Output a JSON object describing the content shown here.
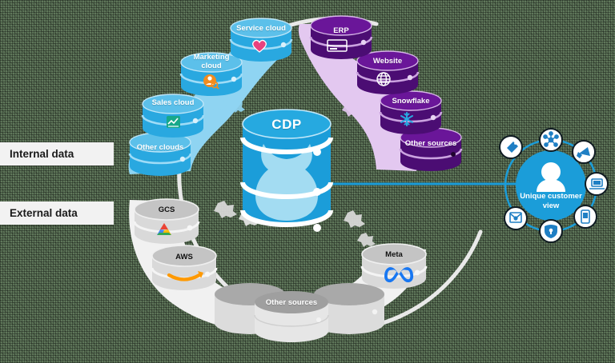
{
  "diagram": {
    "title": "CDP unique customer view diagram",
    "background_color": "#60785b",
    "ring_color": "#e8e8e8"
  },
  "labels": {
    "internal": "Internal data",
    "external": "External data"
  },
  "center": {
    "name": "CDP",
    "color": "#1b9dd9",
    "accent_color": "#a3dcf2"
  },
  "internal_blue": {
    "band_color": "#8fd4f2",
    "cylinder_color": "#29a8e0",
    "cylinder_top_color": "#5cc0ea",
    "sources": [
      {
        "label": "Service cloud",
        "icon": "heart-icon",
        "icon_color": "#e8427f"
      },
      {
        "label": "Marketing cloud",
        "icon": "person-search-icon",
        "icon_color": "#f28c1e"
      },
      {
        "label": "Sales cloud",
        "icon": "chart-icon",
        "icon_color": "#17a88a"
      },
      {
        "label": "Other clouds",
        "icon": "none",
        "icon_color": ""
      }
    ]
  },
  "internal_purple": {
    "band_color": "#e3c8f0",
    "cylinder_color": "#4b0d73",
    "cylinder_top_color": "#6a1699",
    "sources": [
      {
        "label": "ERP",
        "icon": "server-icon",
        "icon_color": "#ffffff"
      },
      {
        "label": "Website",
        "icon": "globe-icon",
        "icon_color": "#ffffff"
      },
      {
        "label": "Snowflake",
        "icon": "snowflake-icon",
        "icon_color": "#2aa7e0"
      },
      {
        "label": "Other sources",
        "icon": "none",
        "icon_color": ""
      }
    ]
  },
  "external_gray": {
    "band_color": "#f1f1f1",
    "cylinder_color": "#dedede",
    "cylinder_top_color": "#b5b5b5",
    "sources": [
      {
        "label": "GCS",
        "icon": "google-cloud-icon",
        "icon_color": "#4285f4"
      },
      {
        "label": "AWS",
        "icon": "amazon-icon",
        "icon_color": "#ff9900"
      },
      {
        "label": "Other sources",
        "icon": "none",
        "icon_color": ""
      },
      {
        "label": "Meta",
        "icon": "meta-icon",
        "icon_color": "#1877f2"
      }
    ]
  },
  "customer_view": {
    "label_line1": "Unique customer",
    "label_line2": "view",
    "circle_color": "#1b9dd9",
    "icon_color": "#1f7fc4",
    "ring_icons": [
      {
        "name": "network-hub-icon",
        "position": "top"
      },
      {
        "name": "megaphone-icon",
        "position": "top-right"
      },
      {
        "name": "laptop-icon",
        "position": "right"
      },
      {
        "name": "mobile-icon",
        "position": "bottom-right"
      },
      {
        "name": "lock-shield-icon",
        "position": "bottom"
      },
      {
        "name": "email-icon",
        "position": "bottom-left"
      },
      {
        "name": "tag-icon",
        "position": "top-left"
      }
    ]
  },
  "connector": {
    "name": "cdp-to-customer-view-line",
    "color": "#1b9dd9"
  }
}
